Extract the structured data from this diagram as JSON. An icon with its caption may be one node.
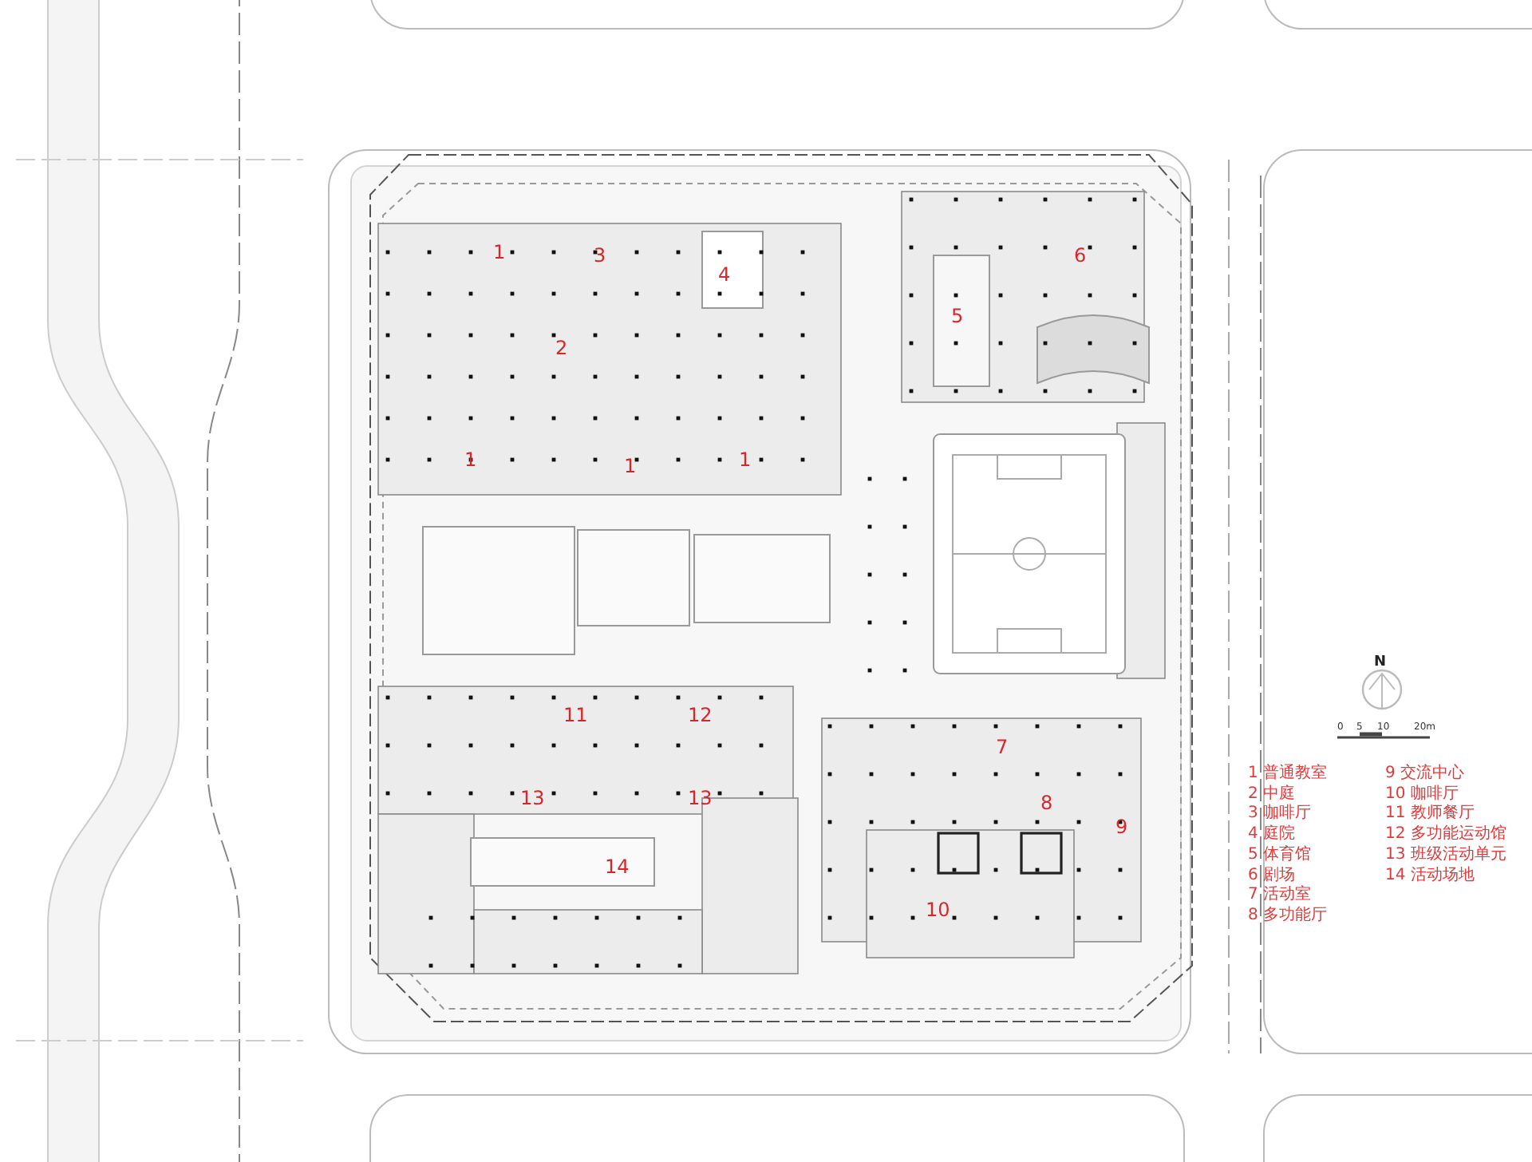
{
  "diagram": {
    "labels": [
      "1",
      "3",
      "4",
      "6",
      "2",
      "5",
      "1",
      "1",
      "1",
      "11",
      "12",
      "7",
      "13",
      "13",
      "8",
      "9",
      "14",
      "10",
      "N",
      "0",
      "5",
      "10",
      "20m",
      "1 普通教室",
      "2 中庭",
      "3 咖啡厅",
      "4 庭院",
      "5 体育馆",
      "6 剧场",
      "7 活动室",
      "8 多功能厅",
      "9 交流中心",
      "10 咖啡厅",
      "11 教师餐厅",
      "12 多功能运动馆",
      "13 班级活动单元",
      "14 活动场地"
    ]
  }
}
